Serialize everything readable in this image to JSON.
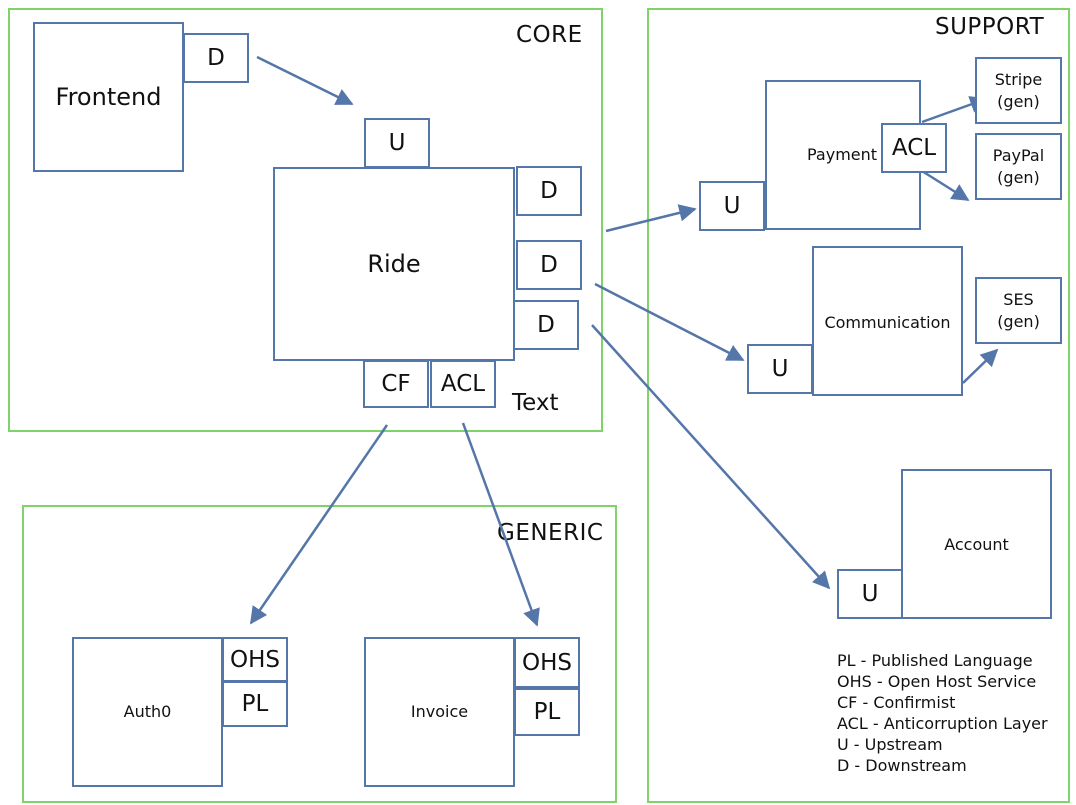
{
  "regions": {
    "core": "CORE",
    "support": "SUPPORT",
    "generic": "GENERIC"
  },
  "nodes": {
    "frontend": "Frontend",
    "ride": "Ride",
    "payment": "Payment",
    "communication": "Communication",
    "account": "Account",
    "stripe": "Stripe\n(gen)",
    "paypal": "PayPal\n(gen)",
    "ses": "SES\n(gen)",
    "auth0": "Auth0",
    "invoice": "Invoice"
  },
  "tags": {
    "frontend_d": "D",
    "ride_u": "U",
    "ride_d1": "D",
    "ride_d2": "D",
    "ride_d3": "D",
    "ride_cf": "CF",
    "ride_acl": "ACL",
    "payment_u": "U",
    "payment_acl": "ACL",
    "communication_u": "U",
    "account_u": "U",
    "auth0_ohs": "OHS",
    "auth0_pl": "PL",
    "invoice_ohs": "OHS",
    "invoice_pl": "PL"
  },
  "annotation": "Text",
  "legend": [
    "PL - Published Language",
    "OHS - Open Host Service",
    "CF - Confirmist",
    "ACL - Anticorruption Layer",
    "U - Upstream",
    "D - Downstream"
  ],
  "colors": {
    "region_border": "#7ed46b",
    "box_border": "#5576a8",
    "arrow": "#5576a8"
  }
}
